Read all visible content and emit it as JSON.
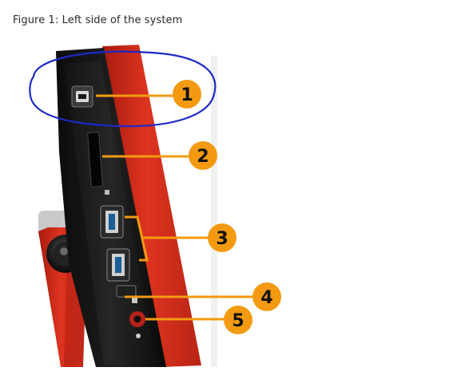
{
  "figure": {
    "caption": "Figure 1: Left side of the system",
    "callout_color": "#F39A12",
    "bezel_color": "#D12A17",
    "callouts": [
      {
        "label": "1",
        "name": "hdmi-port"
      },
      {
        "label": "2",
        "name": "memory-card-reader"
      },
      {
        "label": "3",
        "name": "usb-3-ports"
      },
      {
        "label": "4",
        "name": "usb-charging-port"
      },
      {
        "label": "5",
        "name": "headphone-microphone-jack"
      }
    ]
  }
}
